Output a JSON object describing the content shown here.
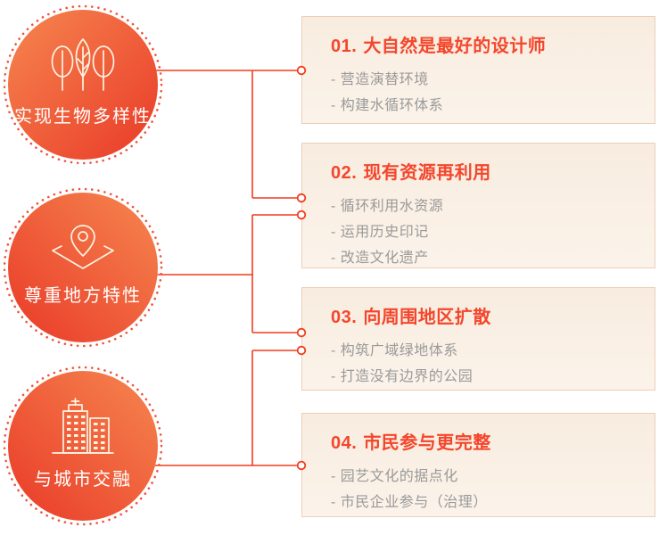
{
  "colors": {
    "accent": "#f23c1d",
    "card_border": "#eccfb8",
    "card_bg_top": "#f8ecdf",
    "card_bg_bottom": "#fbf3ea",
    "title_text": "#f4462c",
    "body_text": "#9a9a9a",
    "circle_light": "#f6864f",
    "circle_dark": "#e93a28",
    "dot": "#ee4a30",
    "icon_stroke": "#fdf3e3",
    "label_text": "#ffffff",
    "node_fill": "#ffffff"
  },
  "diagram": {
    "circles": [
      {
        "label": "实现生物多样性",
        "icon": "trees-icon"
      },
      {
        "label": "尊重地方特性",
        "icon": "map-pin-icon"
      },
      {
        "label": "与城市交融",
        "icon": "city-buildings-icon"
      }
    ],
    "cards": [
      {
        "number": "01.",
        "title": "大自然是最好的设计师",
        "bullets": [
          "- 营造演替环境",
          "- 构建水循环体系"
        ]
      },
      {
        "number": "02.",
        "title": "现有资源再利用",
        "bullets": [
          "- 循环利用水资源",
          "- 运用历史印记",
          "- 改造文化遗产"
        ]
      },
      {
        "number": "03.",
        "title": "向周围地区扩散",
        "bullets": [
          "- 构筑广域绿地体系",
          "- 打造没有边界的公园"
        ]
      },
      {
        "number": "04.",
        "title": "市民参与更完整",
        "bullets": [
          "- 园艺文化的据点化",
          "- 市民企业参与（治理）"
        ]
      }
    ]
  }
}
